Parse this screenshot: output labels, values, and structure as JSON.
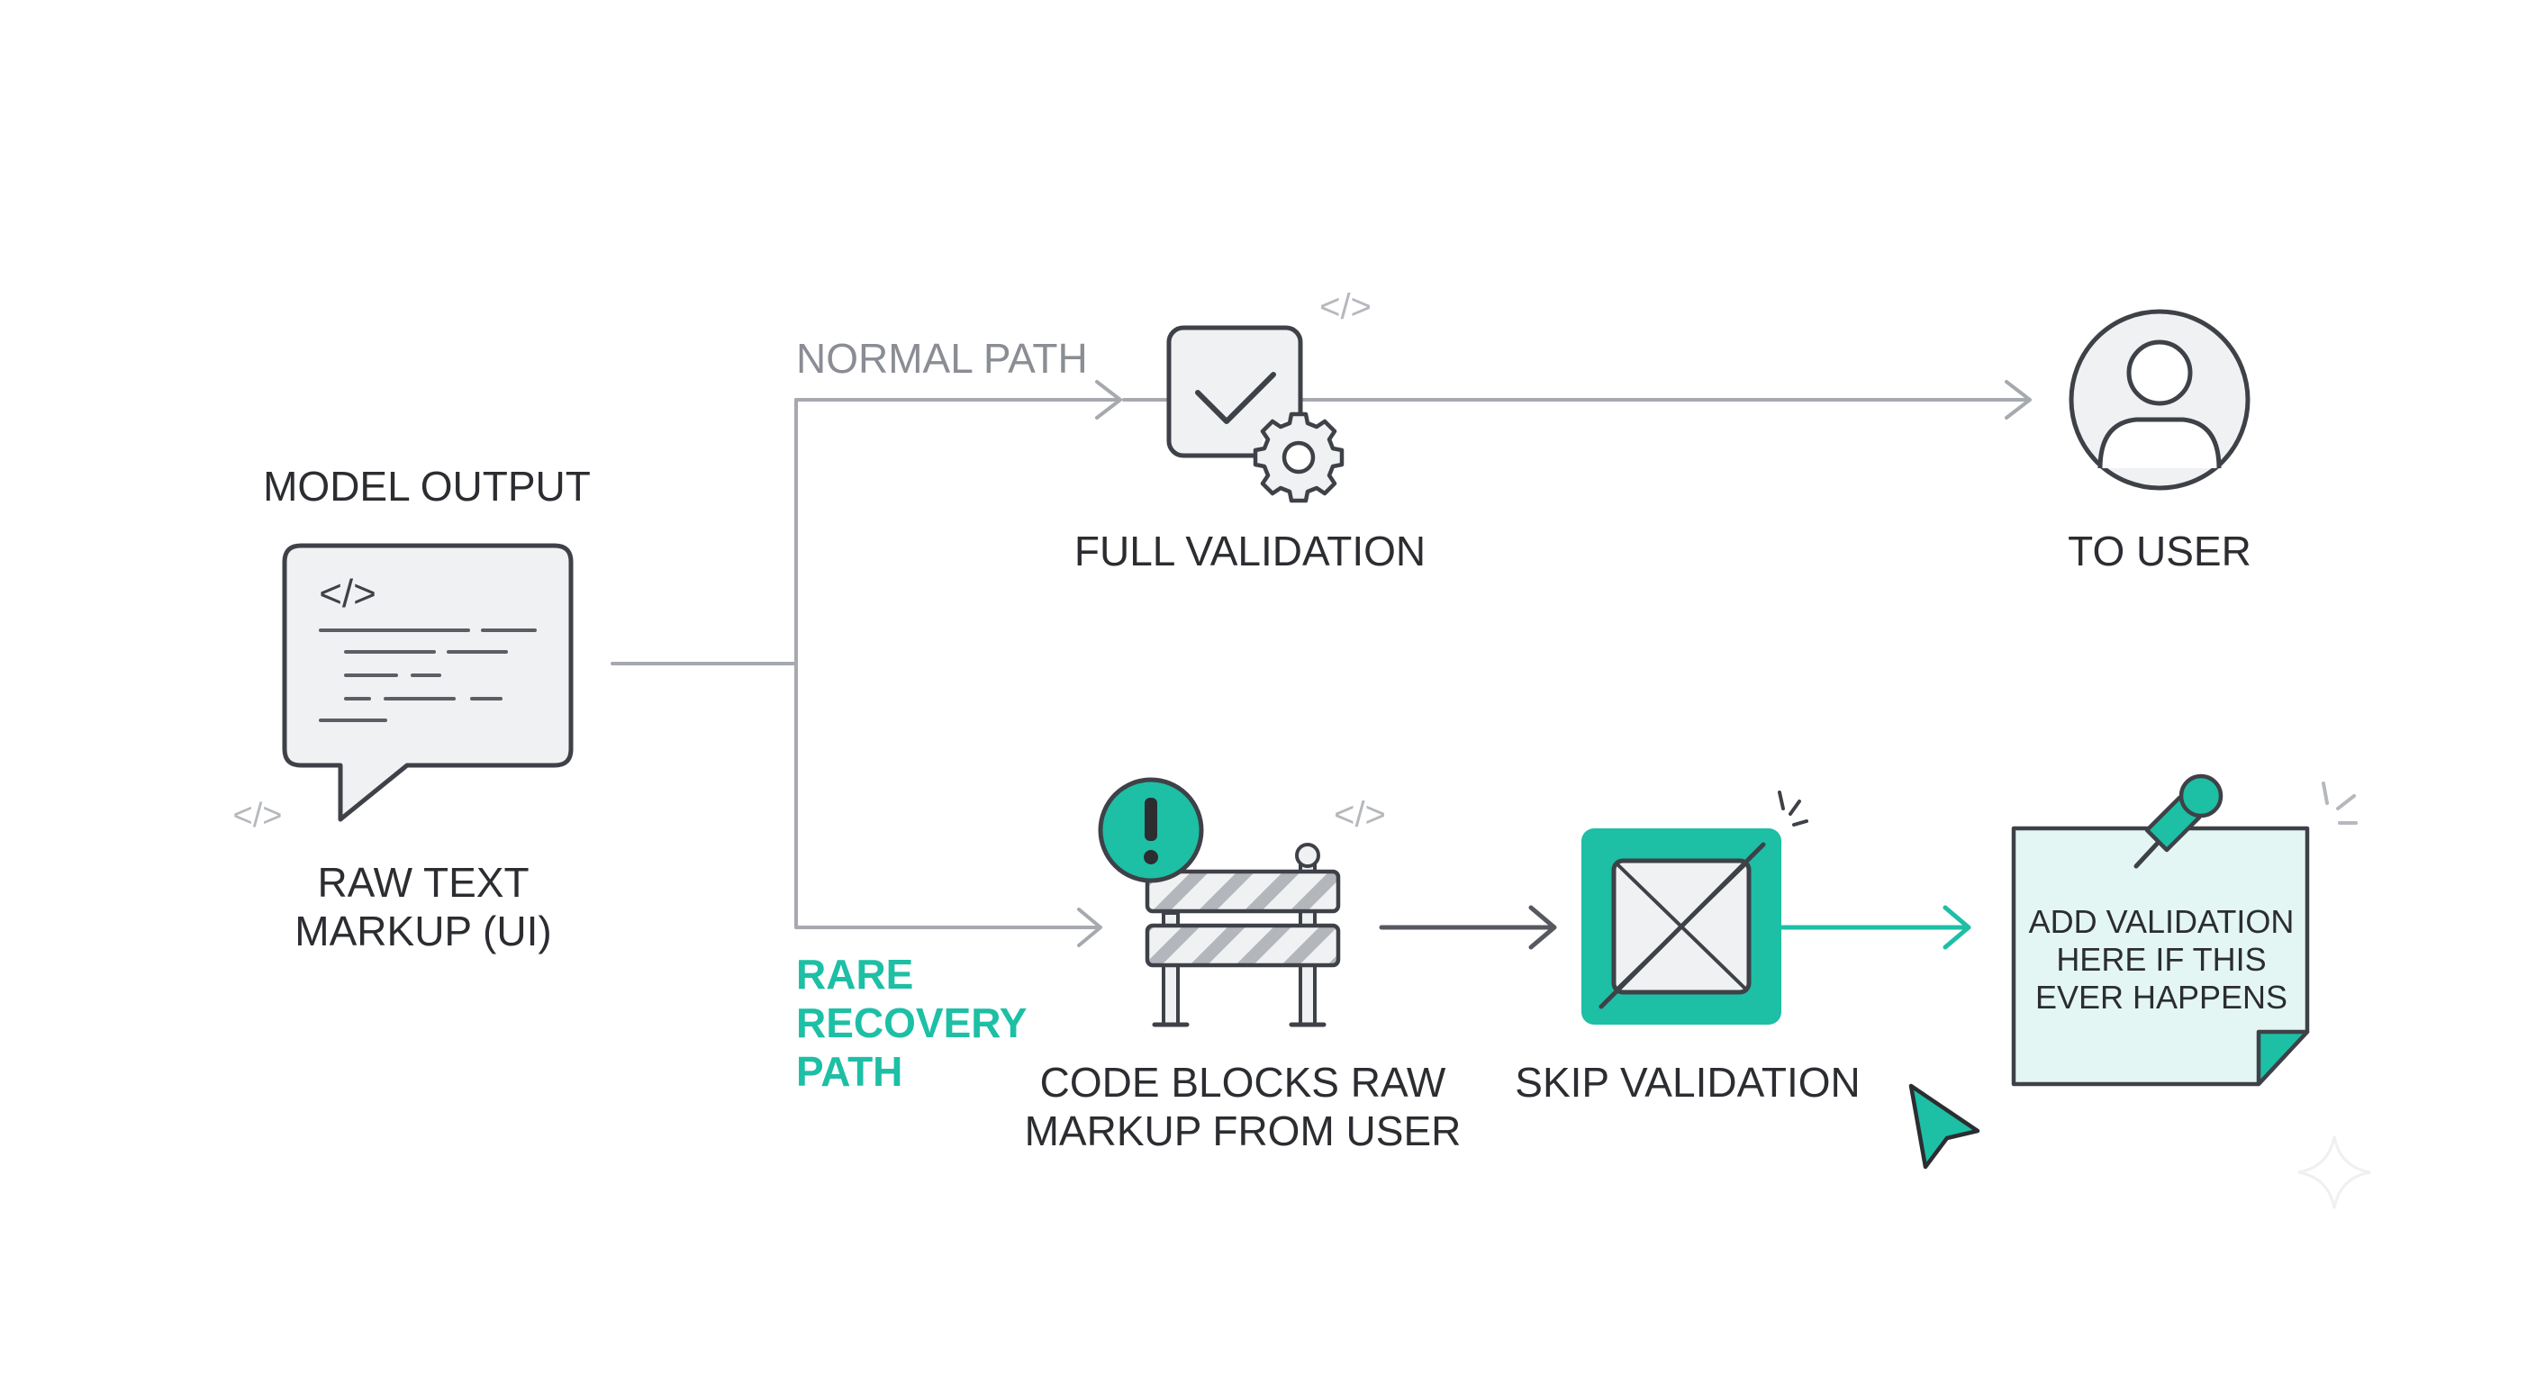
{
  "colors": {
    "accent_teal": "#1dbfa5",
    "stroke_dark": "#3e4147",
    "stroke_gray": "#a6a9ae",
    "fill_light": "#f0f1f3",
    "note_fill": "#e3f6f3"
  },
  "nodes": {
    "model_output": {
      "title": "MODEL OUTPUT",
      "caption_line1": "RAW TEXT",
      "caption_line2": "MARKUP (UI)",
      "icon": "chat-bubble-code-icon"
    },
    "full_validation": {
      "label": "FULL VALIDATION",
      "icon": "checkbox-gear-icon"
    },
    "to_user": {
      "label": "TO USER",
      "icon": "user-avatar-icon"
    },
    "code_blocks": {
      "label_line1": "CODE BLOCKS RAW",
      "label_line2": "MARKUP FROM USER",
      "icon": "barrier-warning-icon"
    },
    "skip_validation": {
      "label": "SKIP VALIDATION",
      "icon": "crossed-box-icon"
    },
    "sticky_note": {
      "line1": "ADD VALIDATION",
      "line2": "HERE IF THIS",
      "line3": "EVER HAPPENS",
      "icon": "pushpin-icon"
    }
  },
  "paths": {
    "normal": "NORMAL PATH",
    "rare_line1": "RARE",
    "rare_line2": "RECOVERY",
    "rare_line3": "PATH"
  },
  "decorations": {
    "code_tag": "</>"
  }
}
